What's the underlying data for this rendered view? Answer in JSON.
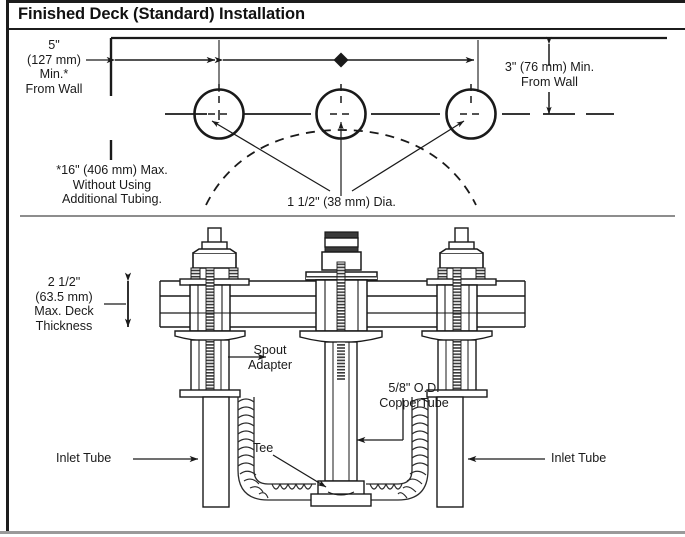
{
  "title": "Finished Deck (Standard) Installation",
  "top_view": {
    "left_dim_label": "5\"\n(127 mm)\nMin.*\nFrom Wall",
    "right_dim_label": "3\" (76 mm) Min.\nFrom Wall",
    "spread_note": "*16\" (406 mm) Max.\nWithout Using\nAdditional Tubing.",
    "hole_dia_label": "1 1/2\" (38 mm) Dia.",
    "hole_count": 3
  },
  "section_view": {
    "deck_thickness_label": "2 1/2\"\n(63.5 mm)\nMax. Deck\nThickness",
    "spout_adapter_label": "Spout\nAdapter",
    "copper_tube_label": "5/8\" O.D.\nCopperTube",
    "tee_label": "Tee",
    "inlet_tube_left_label": "Inlet Tube",
    "inlet_tube_right_label": "Inlet Tube"
  },
  "colors": {
    "ink": "#1a1a1a",
    "rule": "#8d8d8d",
    "hatch": "#3a3a3a",
    "paper": "#ffffff"
  }
}
